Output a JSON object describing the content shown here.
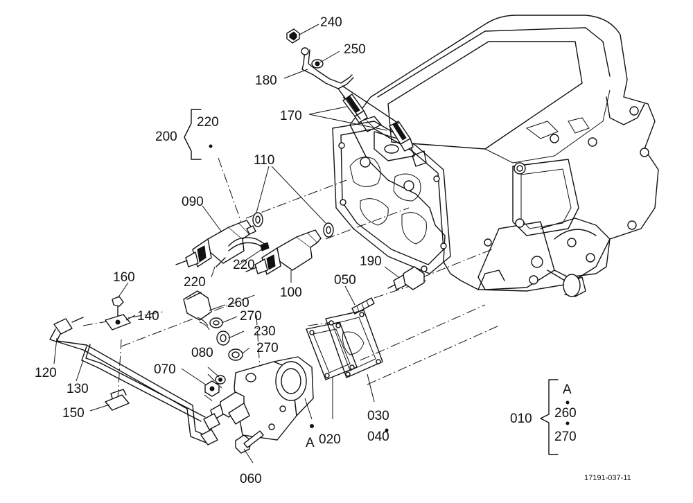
{
  "drawing_number": "17191-037-11",
  "labels": {
    "p240": "240",
    "p250": "250",
    "p180": "180",
    "p170": "170",
    "p200": "200",
    "p220_top": "220",
    "p110": "110",
    "p090": "090",
    "p220_mid": "220",
    "p220_low": "220",
    "p100": "100",
    "p190": "190",
    "p050": "050",
    "p160": "160",
    "p140": "140",
    "p260": "260",
    "p270_a": "270",
    "p230": "230",
    "p270_b": "270",
    "p080": "080",
    "p070": "070",
    "p120": "120",
    "p130": "130",
    "p150": "150",
    "p060": "060",
    "pA": "A",
    "p020": "020",
    "p030": "030",
    "p040": "040"
  },
  "kit_legend": {
    "main": "010",
    "items": [
      "A",
      "260",
      "270"
    ]
  }
}
